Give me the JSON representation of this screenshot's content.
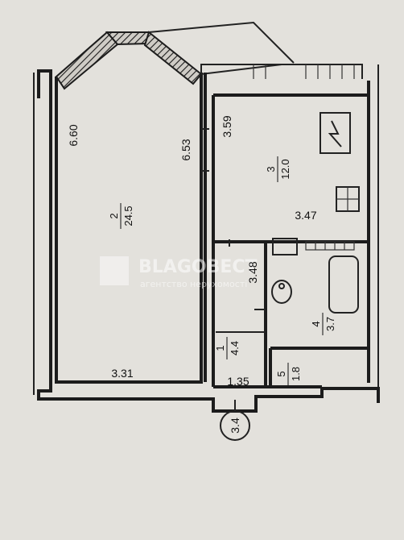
{
  "rooms": [
    {
      "number": "2",
      "area": "24.5"
    },
    {
      "number": "3",
      "area": "12.0"
    },
    {
      "number": "1",
      "area": "4.4"
    },
    {
      "number": "4",
      "area": "3.7"
    },
    {
      "number": "5",
      "area": "1.8"
    }
  ],
  "dimensions": {
    "room2_left": "6.60",
    "room2_right": "6.53",
    "room2_bottom": "3.31",
    "room3_left": "3.59",
    "room3_bottom": "3.47",
    "corridor_height": "3.48",
    "corridor_bottom": "1.35"
  },
  "level_mark": "3.4",
  "watermark": {
    "brand": "BLAGOВЕСТ",
    "tagline": "агентство нерухомості"
  }
}
